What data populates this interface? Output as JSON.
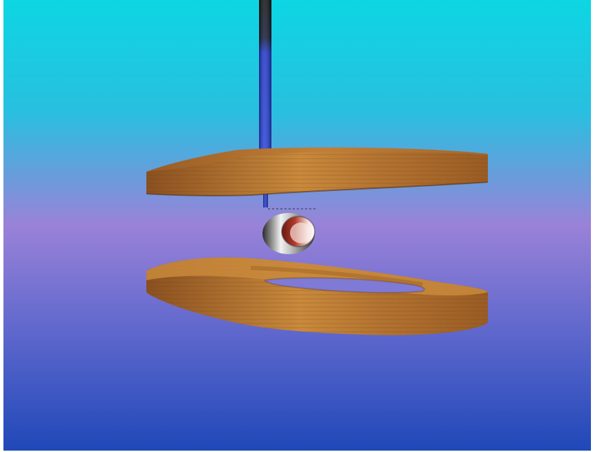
{
  "scene": {
    "description_visible_text": "",
    "objects": [
      {
        "name": "vertical-rod"
      },
      {
        "name": "upper-coil"
      },
      {
        "name": "lower-coil"
      },
      {
        "name": "metal-ring"
      }
    ],
    "colors": {
      "sky_top": "#0dd6e2",
      "sky_mid": "#9a82d8",
      "sky_bottom": "#2048b8",
      "rod_dark": "#111111",
      "rod_blue": "#1f35c8",
      "coil_light": "#c98a3c",
      "coil_mid": "#a6672a",
      "coil_dark": "#7a461a",
      "ring_outer_light": "#f2f2f2",
      "ring_outer_dark": "#333333",
      "ring_inner_red": "#b03a2a",
      "ring_inner_light": "#f7e2dd"
    }
  }
}
